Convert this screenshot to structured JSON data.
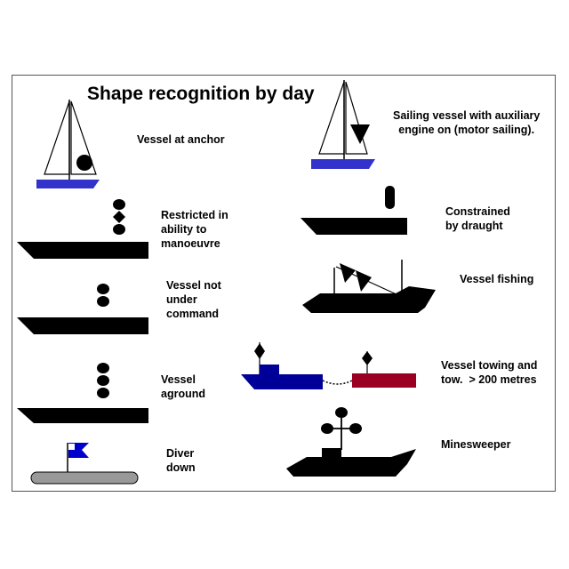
{
  "title": "Shape recognition by day",
  "labels": {
    "anchor": "Vessel at anchor",
    "restricted": "Restricted in\nability to\nmanoeuvre",
    "not_under_command": "Vessel not\nunder\ncommand",
    "aground": "Vessel\naground",
    "diver": "Diver\ndown",
    "motor_sailing": "Sailing vessel with auxiliary\nengine on (motor sailing).",
    "draught": "Constrained\nby draught",
    "fishing": "Vessel fishing",
    "towing": "Vessel towing and\ntow.  > 200 metres",
    "minesweeper": "Minesweeper"
  },
  "colors": {
    "ink": "#000000",
    "sailboat_hull": "#3333cc",
    "tug_hull": "#000099",
    "tow_hull": "#990022",
    "diver_flag": "#0000cc",
    "diver_hull": "#999999"
  }
}
